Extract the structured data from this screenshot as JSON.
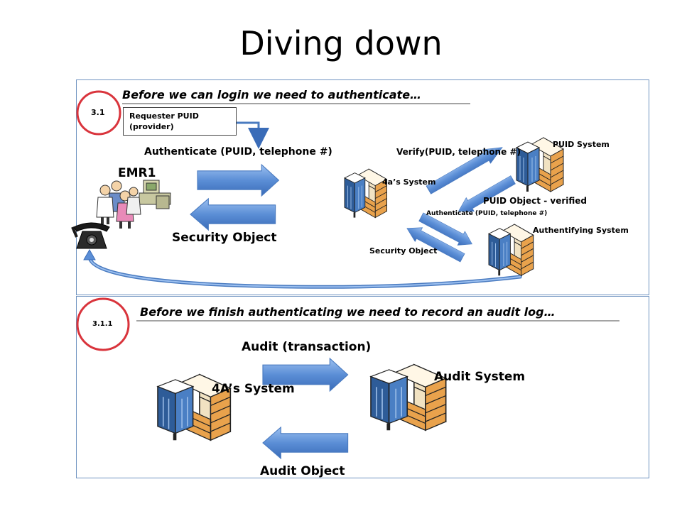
{
  "title": "Diving down",
  "colors": {
    "panel_border": "#6f93c0",
    "arrow_blue": "#5b8ed6",
    "circle_red": "#d9343c"
  },
  "top": {
    "step": "3.1",
    "heading": "Before we can login we need to authenticate…",
    "requester": [
      "Requester PUID",
      "(provider)"
    ],
    "authenticate_label": "Authenticate (PUID, telephone #)",
    "emr_label": "EMR1",
    "security_object": "Security Object",
    "verify_label": "Verify(PUID, telephone #)",
    "puid_system": "PUID System",
    "fours_system": "4a’s System",
    "puid_object": "PUID Object - verified",
    "authenticate_small": "Authenticate (PUID, telephone #)",
    "authentifying_system": "Authentifying System",
    "security_object_small": "Security Object"
  },
  "bottom": {
    "step": "3.1.1",
    "heading": "Before we finish authenticating we need to record an audit log…",
    "audit_transaction": "Audit (transaction)",
    "fours_system": "4A’s System",
    "audit_system": "Audit System",
    "audit_object": "Audit Object"
  },
  "icons": [
    "server-building-icon",
    "people-computer-icon",
    "telephone-icon"
  ]
}
